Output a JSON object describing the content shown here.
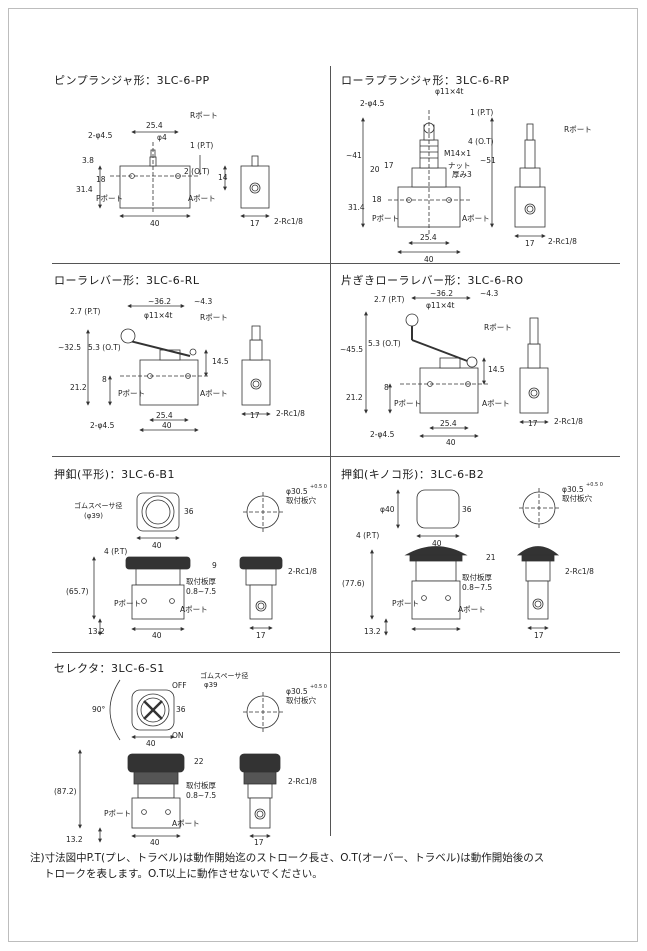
{
  "sections": {
    "pp": {
      "title": "ピンプランジャ形：3LC-6-PP",
      "dims": {
        "w": "25.4",
        "pin": "φ4",
        "hole": "2-φ4.5",
        "port_r": "Rポート",
        "pt": "1 (P.T)",
        "ot": "2 (O.T)",
        "h14": "14",
        "d38": "3.8",
        "d18": "18",
        "d314": "31.4",
        "port_p": "Pポート",
        "port_a": "Aポート",
        "w40": "40",
        "w17": "17",
        "rc": "2-Rc1/8"
      }
    },
    "rp": {
      "title": "ローラプランジャ形：3LC-6-RP",
      "dims": {
        "roller": "φ11×4t",
        "hole": "2-φ4.5",
        "pt": "1 (P.T)",
        "ot": "4 (O.T)",
        "thread": "M14×1",
        "nut": "ナット",
        "nut_t": "厚み3",
        "d41": "~41",
        "d51": "~51",
        "d20": "20",
        "d17": "17",
        "d18": "18",
        "d314": "31.4",
        "port_r": "Rポート",
        "port_p": "Pポート",
        "port_a": "Aポート",
        "w254": "25.4",
        "w40": "40",
        "w17": "17",
        "rc": "2-Rc1/8"
      }
    },
    "rl": {
      "title": "ローラレバー形：3LC-6-RL",
      "dims": {
        "pt": "2.7 (P.T)",
        "d362": "~36.2",
        "d43": "~4.3",
        "roller": "φ11×4t",
        "port_r": "Rポート",
        "d325": "~32.5",
        "ot": "5.3 (O.T)",
        "d145": "14.5",
        "d8": "8",
        "d212": "21.2",
        "port_p": "Pポート",
        "port_a": "Aポート",
        "w254": "25.4",
        "w40": "40",
        "hole": "2-φ4.5",
        "w17": "17",
        "rc": "2-Rc1/8"
      }
    },
    "ro": {
      "title": "片ぎきローラレバー形：3LC-6-RO",
      "dims": {
        "pt": "2.7 (P.T)",
        "d362": "~36.2",
        "d43": "~4.3",
        "roller": "φ11×4t",
        "port_r": "Rポート",
        "d455": "~45.5",
        "ot": "5.3 (O.T)",
        "d145": "14.5",
        "d8": "8",
        "d212": "21.2",
        "port_p": "Pポート",
        "port_a": "Aポート",
        "w254": "25.4",
        "w40": "40",
        "hole": "2-φ4.5",
        "w17": "17",
        "rc": "2-Rc1/8"
      }
    },
    "b1": {
      "title": "押釦(平形)：3LC-6-B1",
      "dims": {
        "rubber": "ゴムスペーサ径",
        "rubber_d": "(φ39)",
        "d36": "36",
        "w40": "40",
        "hole": "φ30.5",
        "tol": "+0.5 0",
        "hole_lbl": "取付板穴",
        "pt": "4 (P.T)",
        "d9": "9",
        "d657": "(65.7)",
        "mount": "取付板厚",
        "mount_t": "0.8~7.5",
        "port_p": "Pポート",
        "port_a": "Aポート",
        "d132": "13.2",
        "rc": "2-Rc1/8",
        "w17": "17"
      }
    },
    "b2": {
      "title": "押釦(キノコ形)：3LC-6-B2",
      "dims": {
        "d40": "φ40",
        "d36": "36",
        "w40": "40",
        "hole": "φ30.5",
        "tol": "+0.5 0",
        "hole_lbl": "取付板穴",
        "pt": "4 (P.T)",
        "d21": "21",
        "d776": "(77.6)",
        "mount": "取付板厚",
        "mount_t": "0.8~7.5",
        "port_p": "Pポート",
        "port_a": "Aポート",
        "d132": "13.2",
        "rc": "2-Rc1/8",
        "w17": "17"
      }
    },
    "s1": {
      "title": "セレクタ：3LC-6-S1",
      "dims": {
        "rubber": "ゴムスペーサ径",
        "rubber_d": "φ39",
        "off": "OFF",
        "on": "ON",
        "a90": "90°",
        "d36": "36",
        "w40": "40",
        "hole": "φ30.5",
        "tol": "+0.5 0",
        "hole_lbl": "取付板穴",
        "d22": "22",
        "d872": "(87.2)",
        "mount": "取付板厚",
        "mount_t": "0.8~7.5",
        "port_p": "Pポート",
        "port_a": "Aポート",
        "d132": "13.2",
        "rc": "2-Rc1/8",
        "w17": "17"
      }
    }
  },
  "note": {
    "line1": "注)寸法図中P.T(プレ、トラベル)は動作開始迄のストローク長さ、O.T(オーバー、トラベル)は動作開始後のス",
    "line2": "トロークを表します。O.T以上に動作させないでください。"
  }
}
